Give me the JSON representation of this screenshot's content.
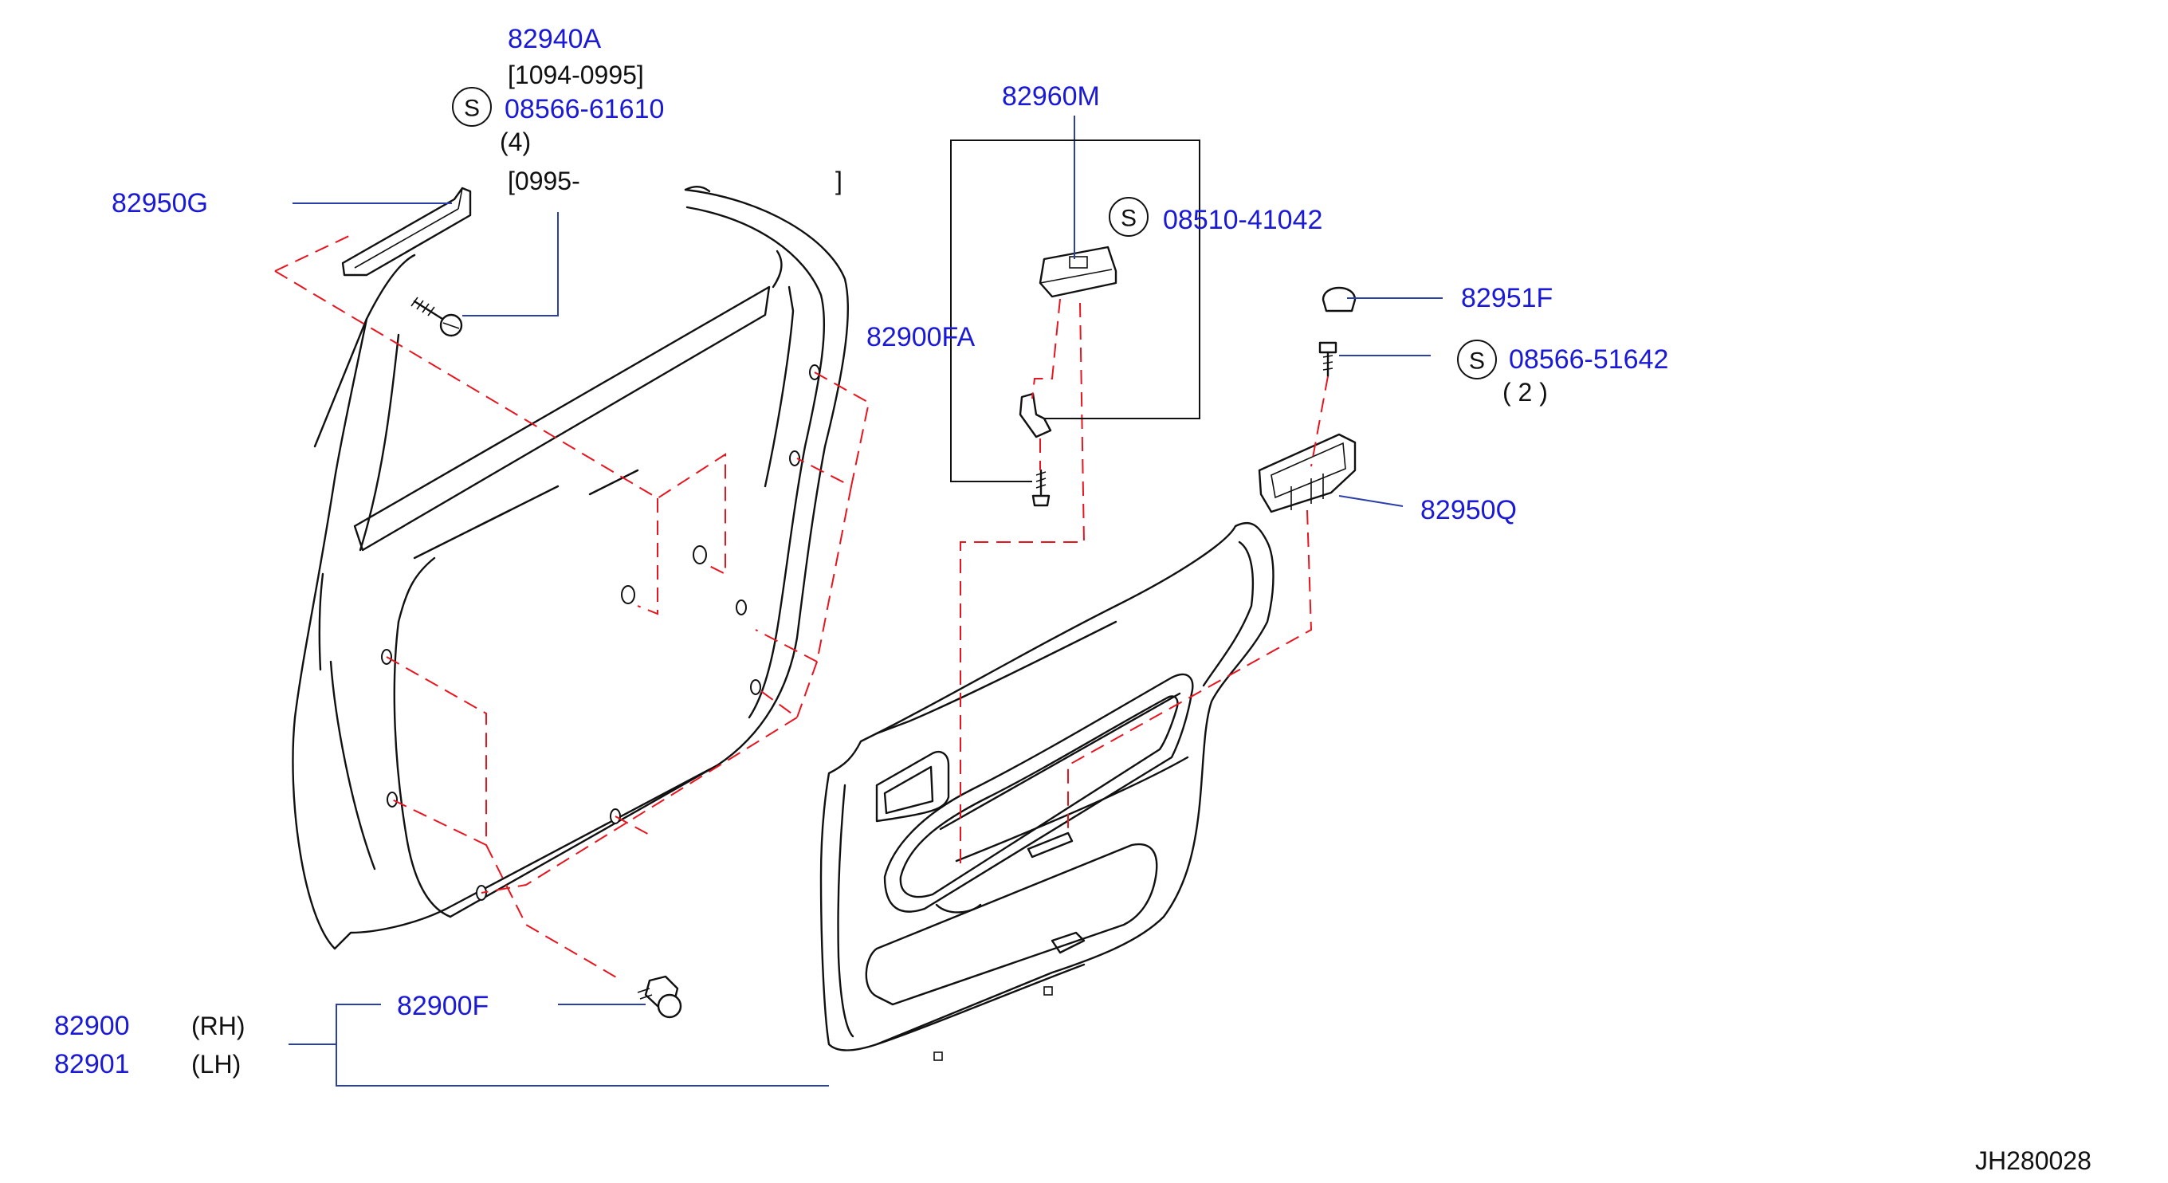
{
  "colors": {
    "label": "#1a1ad6",
    "note": "#111111",
    "leader": "#2a3fa8",
    "assembly_line": "#e8141e",
    "drawing": "#111111"
  },
  "labels": {
    "p82940A": "82940A",
    "range1": "[1094-0995]",
    "s_symbol": "S",
    "p08566_61610": "08566-61610",
    "qty4": "(4)",
    "range2_open": "[0995-",
    "range2_close": "]",
    "p82950G": "82950G",
    "p82960M": "82960M",
    "p08510_41042": "08510-41042",
    "p82900FA": "82900FA",
    "p82951F": "82951F",
    "p08566_51642": "08566-51642",
    "qty2": "( 2 )",
    "p82950Q": "82950Q",
    "p82900F": "82900F",
    "p82900": "82900",
    "rh": "(RH)",
    "p82901": "82901",
    "lh": "(LH)",
    "diagram_code": "JH280028"
  }
}
